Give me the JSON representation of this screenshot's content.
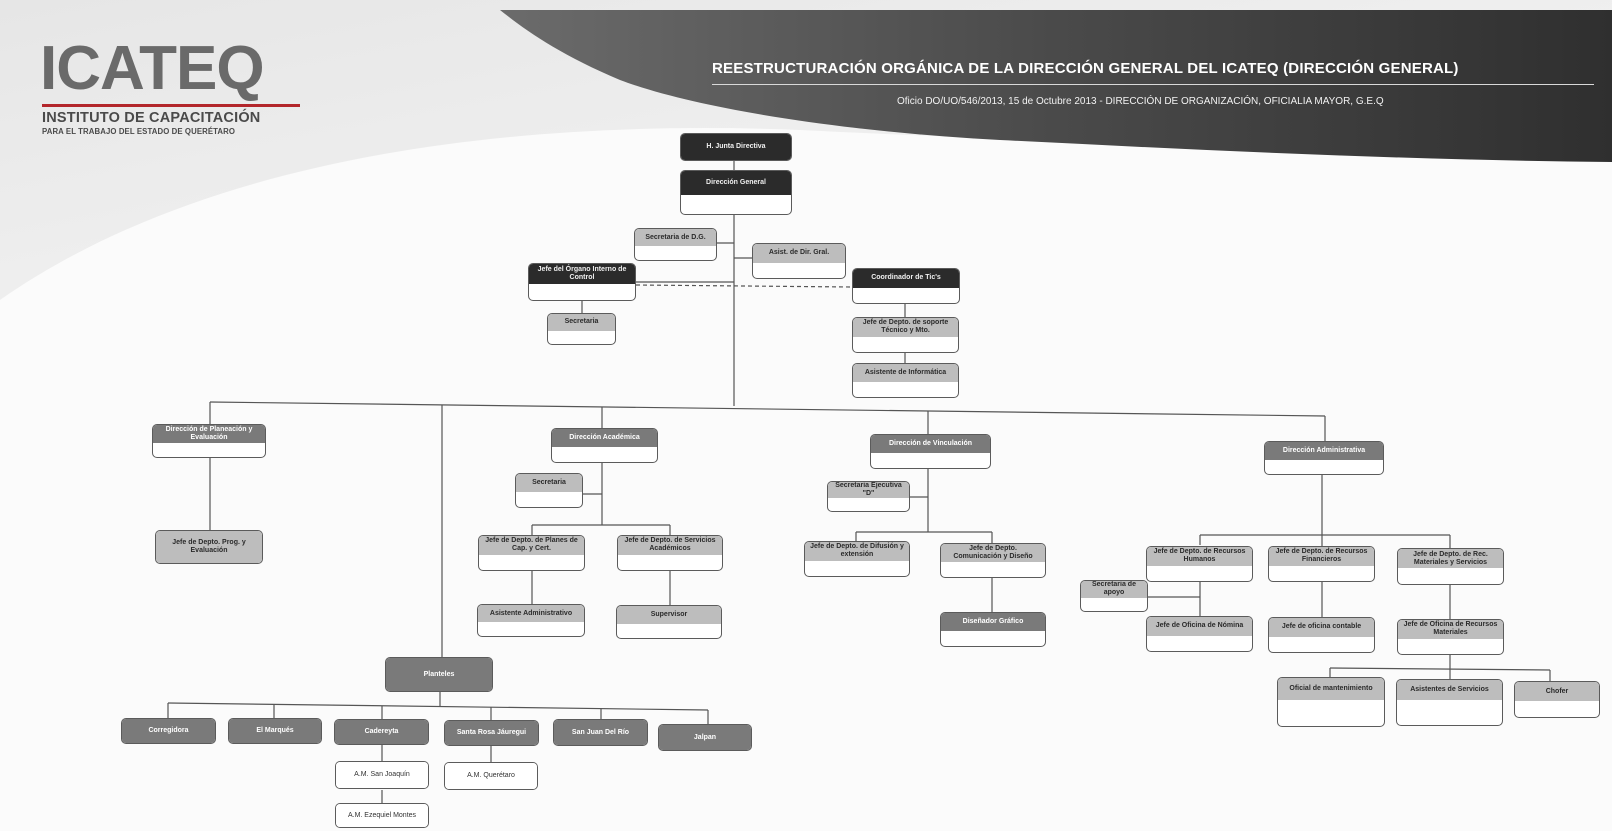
{
  "header": {
    "logo_text": "ICATEQ",
    "logo_line1": "INSTITUTO DE CAPACITACIÓN",
    "logo_line2": "PARA EL TRABAJO DEL ESTADO DE QUERÉTARO",
    "title": "REESTRUCTURACIÓN ORGÁNICA DE LA DIRECCIÓN GENERAL DEL ICATEQ (DIRECCIÓN GENERAL)",
    "subtitle": "Oficio DO/UO/546/2013, 15 de Octubre 2013  -  DIRECCIÓN DE ORGANIZACIÓN, OFICIALIA MAYOR, G.E.Q"
  },
  "colors": {
    "banner_dark": "#3d3d3d",
    "banner_light": "#ececec",
    "logo_gray": "#6a6a6a",
    "logo_red": "#b3262b",
    "box_dark": "#2b2b2b",
    "box_mid": "#7a7a7a",
    "box_light": "#bdbdbd",
    "line": "#555555"
  },
  "org": {
    "junta": "H. Junta Directiva",
    "direccion_general": "Dirección General",
    "secretaria_dg": "Secretaria de D.G.",
    "asist_dir_gral": "Asist. de Dir. Gral.",
    "organo_control": "Jefe del Órgano Interno de Control",
    "secretaria_control": "Secretaria",
    "coord_tics": "Coordinador de Tic's",
    "soporte_tecnico": "Jefe de Depto. de soporte Técnico y Mto.",
    "asistente_informatica": "Asistente de Informática",
    "dir_planeacion": "Dirección de Planeación y Evaluación",
    "prog_evaluacion": "Jefe de Depto. Prog. y Evaluación",
    "dir_academica": "Dirección Académica",
    "secretaria_academica": "Secretaria",
    "planes_cap": "Jefe de Depto. de Planes de Cap. y Cert.",
    "servicios_academicos": "Jefe de Depto. de Servicios Académicos",
    "asistente_administrativo": "Asistente Administrativo",
    "supervisor": "Supervisor",
    "dir_vinculacion": "Dirección de Vinculación",
    "secretaria_ejecutiva": "Secretaria Ejecutiva \"D\"",
    "difusion_extension": "Jefe de Depto. de Difusión y extensión",
    "comunicacion_diseno": "Jefe de Depto. Comunicación y Diseño",
    "disenador_grafico": "Diseñador Gráfico",
    "dir_administrativa": "Dirección Administrativa",
    "recursos_humanos": "Jefe de Depto. de Recursos Humanos",
    "recursos_financieros": "Jefe de Depto. de Recursos Financieros",
    "recursos_materiales": "Jefe de Depto. de Rec. Materiales y Servicios",
    "secretaria_apoyo": "Secretaria de apoyo",
    "oficina_nomina": "Jefe de Oficina de Nómina",
    "oficina_contable": "Jefe de oficina contable",
    "oficina_materiales": "Jefe de Oficina de Recursos Materiales",
    "oficial_mantenimiento": "Oficial de mantenimiento",
    "asistentes_servicios": "Asistentes de Servicios",
    "chofer": "Chofer",
    "planteles": "Planteles",
    "corregidora": "Corregidora",
    "el_marques": "El Marqués",
    "cadereyta": "Cadereyta",
    "santa_rosa": "Santa Rosa Jáuregui",
    "san_juan": "San Juan Del Río",
    "jalpan": "Jalpan",
    "am_san_joaquin": "A.M. San Joaquín",
    "am_queretaro": "A.M. Querétaro",
    "am_ezequiel": "A.M. Ezequiel Montes"
  }
}
